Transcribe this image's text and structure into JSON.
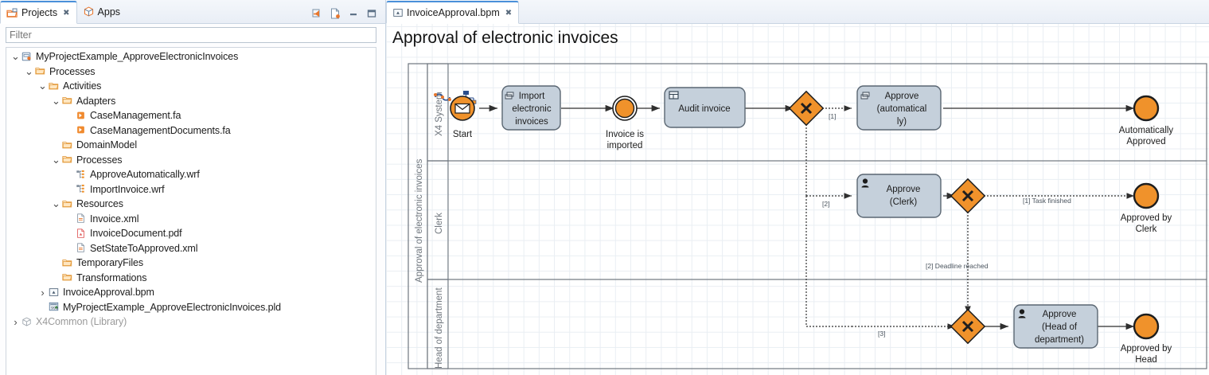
{
  "left_panel": {
    "tabs": [
      {
        "label": "Projects",
        "icon": "projects-icon",
        "active": true,
        "closeable": true
      },
      {
        "label": "Apps",
        "icon": "apps-icon",
        "active": false,
        "closeable": false
      }
    ],
    "toolbar": [
      {
        "name": "link-with-editor-icon",
        "title": "Link with Editor"
      },
      {
        "name": "new-file-icon",
        "title": "New"
      },
      {
        "name": "minimize-icon",
        "title": "Minimize"
      },
      {
        "name": "maximize-icon",
        "title": "Maximize"
      }
    ],
    "filter": {
      "placeholder": "Filter",
      "value": ""
    },
    "tree": [
      {
        "label": "MyProjectExample_ApproveElectronicInvoices",
        "depth": 0,
        "twisty": "open",
        "icon": "project-icon",
        "dim": false
      },
      {
        "label": "Processes",
        "depth": 1,
        "twisty": "open",
        "icon": "folder-icon",
        "dim": false
      },
      {
        "label": "Activities",
        "depth": 2,
        "twisty": "open",
        "icon": "folder-icon",
        "dim": false
      },
      {
        "label": "Adapters",
        "depth": 3,
        "twisty": "open",
        "icon": "folder-icon",
        "dim": false
      },
      {
        "label": "CaseManagement.fa",
        "depth": 4,
        "twisty": "none",
        "icon": "adapter-icon",
        "dim": false
      },
      {
        "label": "CaseManagementDocuments.fa",
        "depth": 4,
        "twisty": "none",
        "icon": "adapter-icon",
        "dim": false
      },
      {
        "label": "DomainModel",
        "depth": 3,
        "twisty": "none",
        "icon": "folder-icon",
        "dim": false
      },
      {
        "label": "Processes",
        "depth": 3,
        "twisty": "open",
        "icon": "folder-icon",
        "dim": false
      },
      {
        "label": "ApproveAutomatically.wrf",
        "depth": 4,
        "twisty": "none",
        "icon": "workflow-icon",
        "dim": false
      },
      {
        "label": "ImportInvoice.wrf",
        "depth": 4,
        "twisty": "none",
        "icon": "workflow-icon",
        "dim": false
      },
      {
        "label": "Resources",
        "depth": 3,
        "twisty": "open",
        "icon": "folder-icon",
        "dim": false
      },
      {
        "label": "Invoice.xml",
        "depth": 4,
        "twisty": "none",
        "icon": "xml-file-icon",
        "dim": false
      },
      {
        "label": "InvoiceDocument.pdf",
        "depth": 4,
        "twisty": "none",
        "icon": "pdf-file-icon",
        "dim": false
      },
      {
        "label": "SetStateToApproved.xml",
        "depth": 4,
        "twisty": "none",
        "icon": "xml-file-icon",
        "dim": false
      },
      {
        "label": "TemporaryFiles",
        "depth": 3,
        "twisty": "none",
        "icon": "folder-icon",
        "dim": false
      },
      {
        "label": "Transformations",
        "depth": 3,
        "twisty": "none",
        "icon": "folder-icon",
        "dim": false
      },
      {
        "label": "InvoiceApproval.bpm",
        "depth": 2,
        "twisty": "closed",
        "icon": "bpm-icon",
        "dim": false
      },
      {
        "label": "MyProjectExample_ApproveElectronicInvoices.pld",
        "depth": 2,
        "twisty": "none",
        "icon": "pld-icon",
        "dim": false
      },
      {
        "label": "X4Common (Library)",
        "depth": 0,
        "twisty": "closed",
        "icon": "library-icon",
        "dim": true
      }
    ]
  },
  "editor": {
    "tabs": [
      {
        "label": "InvoiceApproval.bpm",
        "icon": "bpm-icon",
        "active": true,
        "closeable": true
      }
    ],
    "diagram_title": "Approval of electronic invoices",
    "pool_label": "Approval of electronic invoices",
    "lanes": [
      {
        "label": "X4 System"
      },
      {
        "label": "Clerk"
      },
      {
        "label": "Head of department",
        "clipped": true
      }
    ],
    "nodes": [
      {
        "id": "start",
        "kind": "start-event",
        "label": "Start"
      },
      {
        "id": "import",
        "kind": "service-task",
        "label_lines": [
          "Import",
          "electronic",
          "invoices"
        ],
        "clipped": true
      },
      {
        "id": "invoice_imported",
        "kind": "intermediate-event",
        "label_lines": [
          "Invoice is",
          "imported"
        ]
      },
      {
        "id": "audit",
        "kind": "user-form-task",
        "label_lines": [
          "Audit invoice"
        ]
      },
      {
        "id": "gw1",
        "kind": "exclusive-gateway",
        "label": ""
      },
      {
        "id": "approve_auto",
        "kind": "service-task",
        "label_lines": [
          "Approve",
          "(automatical",
          "ly)"
        ],
        "clipped": true
      },
      {
        "id": "auto_approved",
        "kind": "end-event",
        "label_lines": [
          "Automatically",
          "Approved"
        ]
      },
      {
        "id": "approve_clerk",
        "kind": "user-task",
        "label_lines": [
          "Approve",
          "(Clerk)"
        ]
      },
      {
        "id": "gw2",
        "kind": "exclusive-gateway",
        "label": ""
      },
      {
        "id": "approved_clerk",
        "kind": "end-event",
        "label_lines": [
          "Approved by",
          "Clerk"
        ]
      },
      {
        "id": "gw3",
        "kind": "exclusive-gateway",
        "label": ""
      },
      {
        "id": "approve_head",
        "kind": "user-task",
        "label_lines": [
          "Approve",
          "(Head of",
          "department)"
        ],
        "clipped": true
      },
      {
        "id": "approved_head",
        "kind": "end-event",
        "label_lines": [
          "Approved by",
          "Head"
        ]
      }
    ],
    "edge_labels": [
      {
        "id": "e1",
        "text": "[1]"
      },
      {
        "id": "e2",
        "text": "[2]"
      },
      {
        "id": "e3",
        "text": "[3]"
      },
      {
        "id": "e4",
        "text": "[1] Task finished"
      },
      {
        "id": "e5",
        "text": "[2] Deadline reached"
      }
    ],
    "colors": {
      "event_fill": "#F0922B",
      "gateway_fill": "#F0922B",
      "task_fill": "#C5D0DB",
      "task_stroke": "#5A6672",
      "line": "#3a3a3a",
      "grid": "#e9eef3",
      "accent": "#4a90d9"
    }
  }
}
